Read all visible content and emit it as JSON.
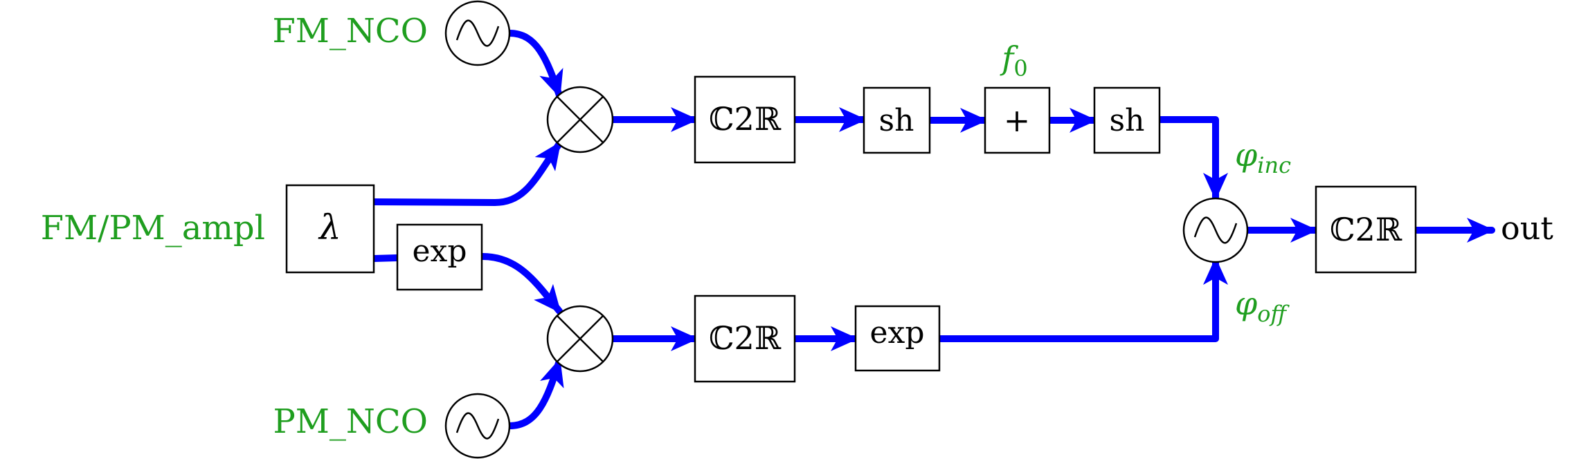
{
  "colors": {
    "signal": "#0000ff",
    "label": "#1f9e1f",
    "stroke": "#000000"
  },
  "inputs": {
    "fm_nco": "FM_NCO",
    "pm_nco": "PM_NCO",
    "fm_pm_ampl": "FM/PM_ampl"
  },
  "blocks": {
    "lambda": "λ",
    "exp_input": "exp",
    "c2r_top": "ℂ2ℝ",
    "sh_1": "sh",
    "adder": "+",
    "sh_2": "sh",
    "c2r_bottom": "ℂ2ℝ",
    "exp_bottom": "exp",
    "c2r_output": "ℂ2ℝ"
  },
  "labels": {
    "f0_base": "f",
    "f0_sub": "0",
    "phi_inc_base": "φ",
    "phi_inc_sub": "inc",
    "phi_off_base": "φ",
    "phi_off_sub": "off",
    "output": "out"
  },
  "icons": {
    "oscillator": "sine-wave-circle-icon",
    "multiplier": "multiply-circle-icon",
    "arrow": "arrowhead-icon"
  }
}
